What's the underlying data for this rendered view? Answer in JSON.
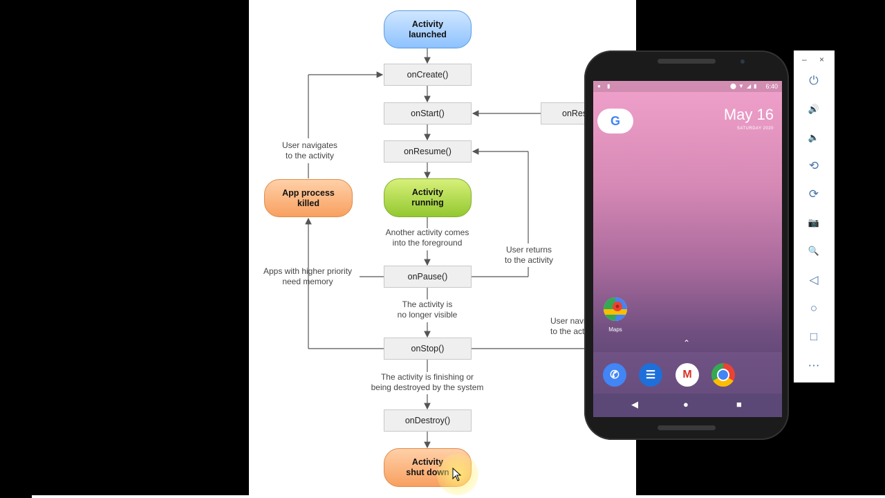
{
  "diagram": {
    "nodes": {
      "activity_launched": "Activity\nlaunched",
      "on_create": "onCreate()",
      "on_start": "onStart()",
      "on_restart": "onRestart()",
      "on_resume": "onResume()",
      "activity_running": "Activity\nrunning",
      "app_process_killed": "App process\nkilled",
      "on_pause": "onPause()",
      "on_stop": "onStop()",
      "on_destroy": "onDestroy()",
      "activity_shut_down": "Activity\nshut down"
    },
    "labels": {
      "user_navigates": "User navigates\nto the activity",
      "another_activity": "Another activity comes\ninto the foreground",
      "user_returns": "User returns\nto the activity",
      "apps_higher_priority": "Apps with higher priority\nneed memory",
      "no_longer_visible": "The activity is\nno longer visible",
      "user_navigates_right": "User navigates\nto the activity",
      "finishing": "The activity is finishing or\nbeing destroyed by the system"
    },
    "colors": {
      "blue": "#8ec2ff",
      "green": "#93c830",
      "orange": "#f8a060",
      "box": "#efefef",
      "line": "#555555"
    }
  },
  "emulator": {
    "status_time": "6:40",
    "date": "May 16",
    "day": "SATURDAY 2020",
    "google_letter": "G",
    "maps_label": "Maps",
    "dock_apps": [
      "phone-icon",
      "messages-icon",
      "gmail-icon",
      "chrome-icon"
    ],
    "nav": {
      "back": "◀",
      "home": "●",
      "recents": "■"
    }
  },
  "toolbar": {
    "minimize": "–",
    "close": "×",
    "buttons": [
      {
        "name": "power-icon",
        "glyph": "⏻"
      },
      {
        "name": "volume-up-icon",
        "glyph": "🔊"
      },
      {
        "name": "volume-down-icon",
        "glyph": "🔈"
      },
      {
        "name": "rotate-left-icon",
        "glyph": "⟲"
      },
      {
        "name": "rotate-right-icon",
        "glyph": "⟳"
      },
      {
        "name": "camera-icon",
        "glyph": "📷"
      },
      {
        "name": "zoom-icon",
        "glyph": "🔍"
      },
      {
        "name": "back-icon",
        "glyph": "◁"
      },
      {
        "name": "home-icon",
        "glyph": "○"
      },
      {
        "name": "overview-icon",
        "glyph": "□"
      },
      {
        "name": "more-icon",
        "glyph": "⋯"
      }
    ]
  }
}
